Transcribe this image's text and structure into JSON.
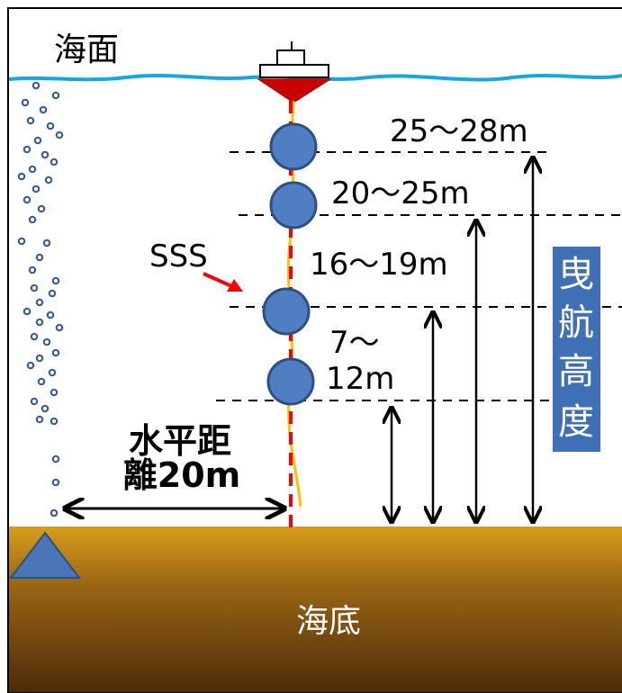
{
  "labels": {
    "sea_surface": "海面",
    "seabed": "海底",
    "sss": "SSS",
    "h1": "25〜28m",
    "h2": "20〜25m",
    "h3": "16〜19m",
    "h4_line1": "7〜",
    "h4_line2": "12m",
    "horizontal_line1": "水平距",
    "horizontal_line2": "離20m",
    "tow_altitude": [
      "曳",
      "航",
      "高",
      "度"
    ]
  },
  "colors": {
    "water_line": "#19a6de",
    "buoy": "#4f7fc2",
    "buoy_stroke": "#2e4f82",
    "bubble": "#3a5f97",
    "tow_cable": "#ffc000",
    "center_line": "#ff0000",
    "seabed_top": "#d79d1a",
    "seabed_bottom": "#4d2b09",
    "ship_hull": "#c90000",
    "sss_arrow": "#ff0000",
    "tow_label_bg": "#3f6fb5",
    "triangle": "#4a76b8"
  },
  "icons": {
    "ship": "ship-icon",
    "triangle": "seafloor-station-icon",
    "buoy": "sonar-buoy-icon"
  }
}
